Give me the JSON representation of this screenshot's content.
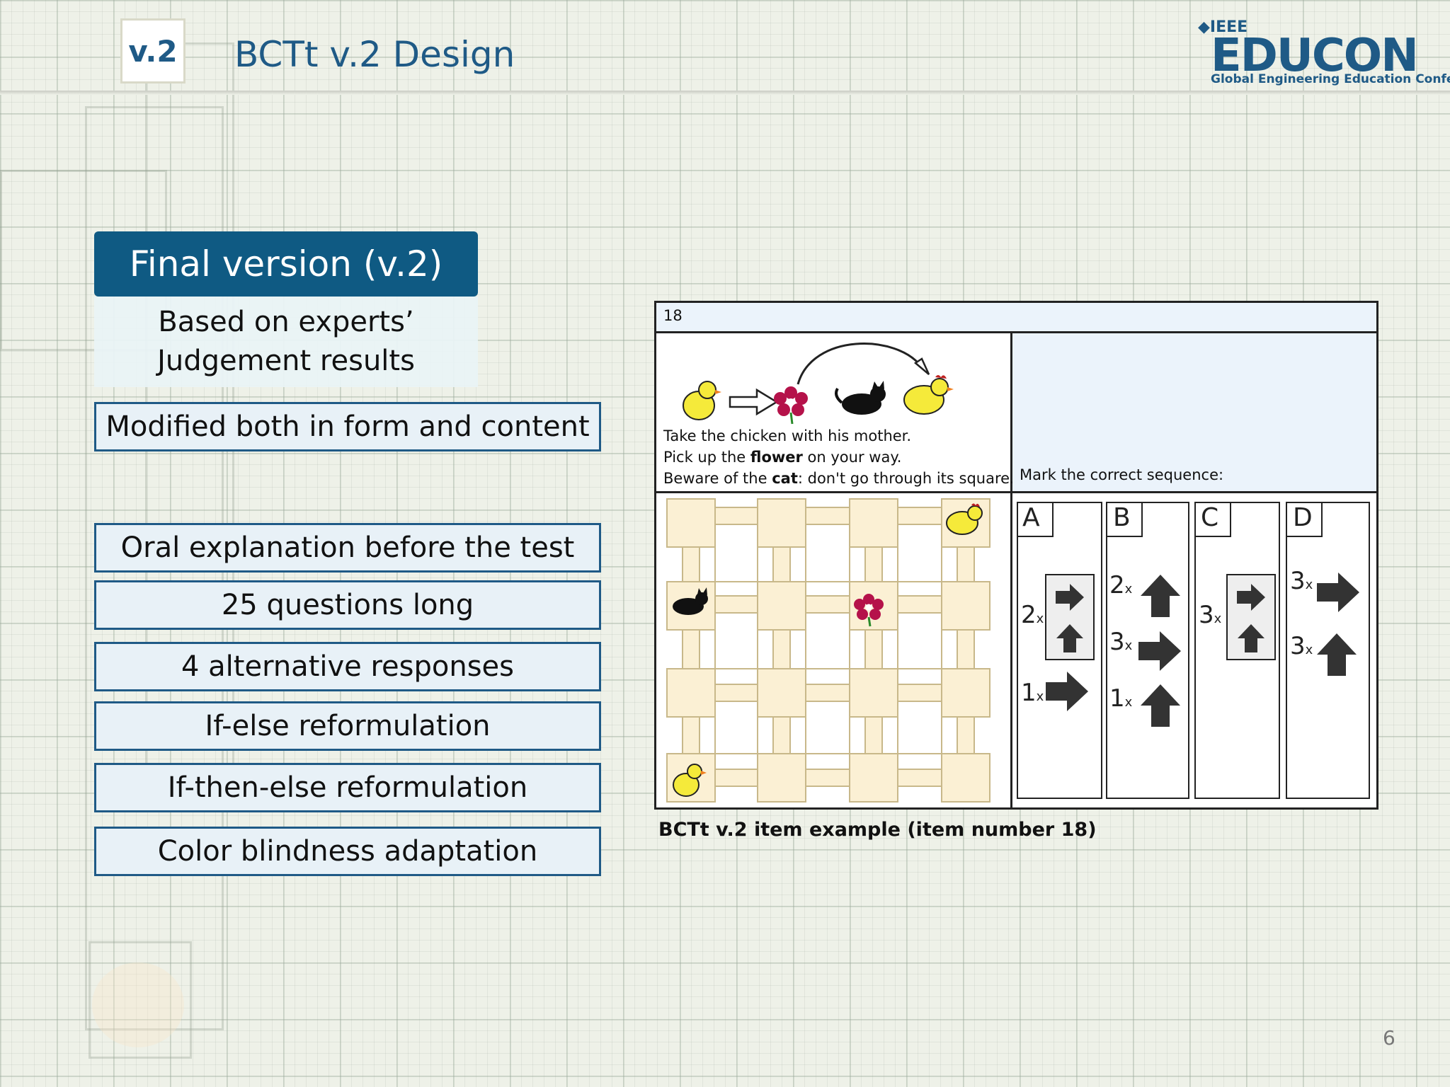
{
  "header": {
    "badge": "v.2",
    "title": "BCTt v.2 Design"
  },
  "logo": {
    "ieee": "◆IEEE",
    "name": "EDUCON",
    "tagline": "Global Engineering Education Conference"
  },
  "left_panel": {
    "heading": "Final version (v.2)",
    "subheading_line1": "Based on experts’",
    "subheading_line2": "Judgement results",
    "modified": "Modified both in form and content",
    "features": [
      "Oral explanation before the test",
      "25 questions long",
      "4 alternative responses",
      "If-else reformulation",
      "If-then-else reformulation",
      "Color blindness adaptation"
    ]
  },
  "item": {
    "number": "18",
    "instr_line1": "Take the chicken with his mother.",
    "instr_line2_pre": "Pick up the ",
    "instr_line2_bold": "flower",
    "instr_line2_post": " on your way.",
    "instr_line3_pre": "Beware of the ",
    "instr_line3_bold": "cat",
    "instr_line3_post": ": don't go through its square.",
    "mark_label": "Mark the correct sequence:",
    "options": {
      "a": {
        "letter": "A",
        "loop": "2",
        "step": "1"
      },
      "b": {
        "letter": "B",
        "step1": "2",
        "step2": "3",
        "step3": "1"
      },
      "c": {
        "letter": "C",
        "loop": "3"
      },
      "d": {
        "letter": "D",
        "step1": "3",
        "step2": "3"
      },
      "times": "x"
    }
  },
  "caption": "BCTt v.2 item example (item number 18)",
  "page_number": "6"
}
